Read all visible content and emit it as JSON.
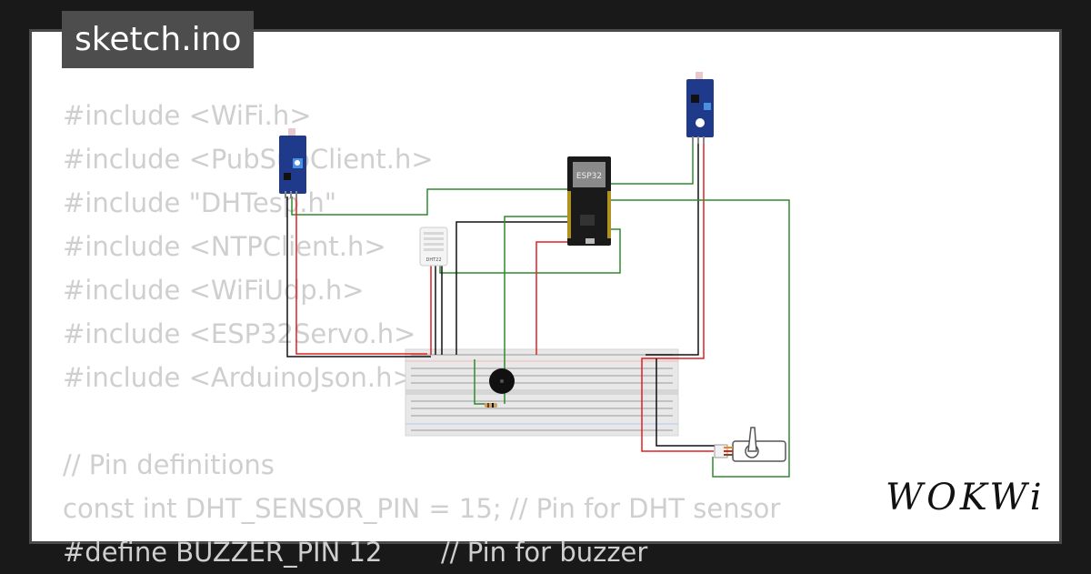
{
  "title": "sketch.ino",
  "code_lines": [
    "#include <WiFi.h>",
    "#include <PubSubClient.h>",
    "#include \"DHTesp.h\"",
    "#include <NTPClient.h>",
    "#include <WiFiUdp.h>",
    "#include <ESP32Servo.h>",
    "#include <ArduinoJson.h>",
    "",
    "// Pin definitions",
    "const int DHT_SENSOR_PIN = 15; // Pin for DHT sensor",
    "#define BUZZER_PIN 12       // Pin for buzzer"
  ],
  "components": {
    "mcu_label": "ESP32",
    "dht_label": "DHT22"
  },
  "logo": "WOKWi",
  "colors": {
    "wire_red": "#e02020",
    "wire_green": "#2e8b2e",
    "wire_black": "#111111",
    "board_blue": "#1f3a8a",
    "code_text": "#cfcfcf"
  }
}
